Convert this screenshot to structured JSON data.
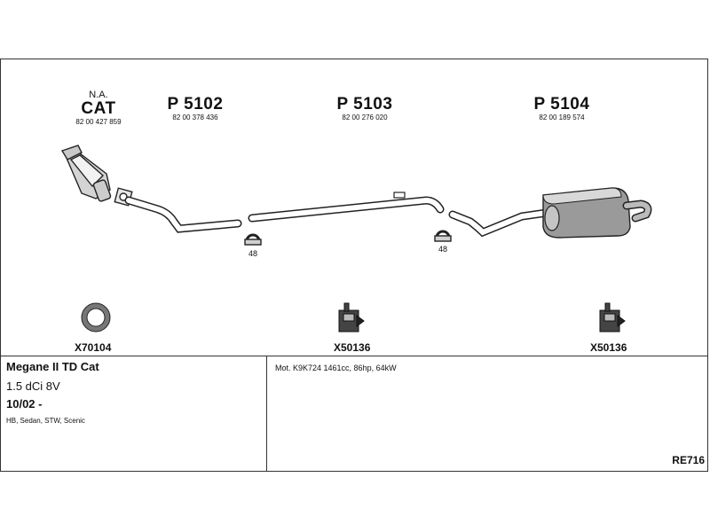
{
  "parts": {
    "cat": {
      "note": "N.A.",
      "code": "CAT",
      "number": "82 00 427 859"
    },
    "p5102": {
      "code": "P 5102",
      "number": "82 00 378 436"
    },
    "p5103": {
      "code": "P 5103",
      "number": "82 00 276 020"
    },
    "p5104": {
      "code": "P 5104",
      "number": "82 00 189 574"
    }
  },
  "clamps": {
    "left": "48",
    "right": "48"
  },
  "accessories": {
    "ring": "X70104",
    "hanger_center": "X50136",
    "hanger_right": "X50136"
  },
  "vehicle": {
    "model": "Megane II TD Cat",
    "engine": "1.5 dCi 8V",
    "year": "10/02 -",
    "bodies": "HB, Sedan, STW, Scenic",
    "motor": "Mot. K9K724 1461cc, 86hp, 64kW"
  },
  "reference": "RE716"
}
